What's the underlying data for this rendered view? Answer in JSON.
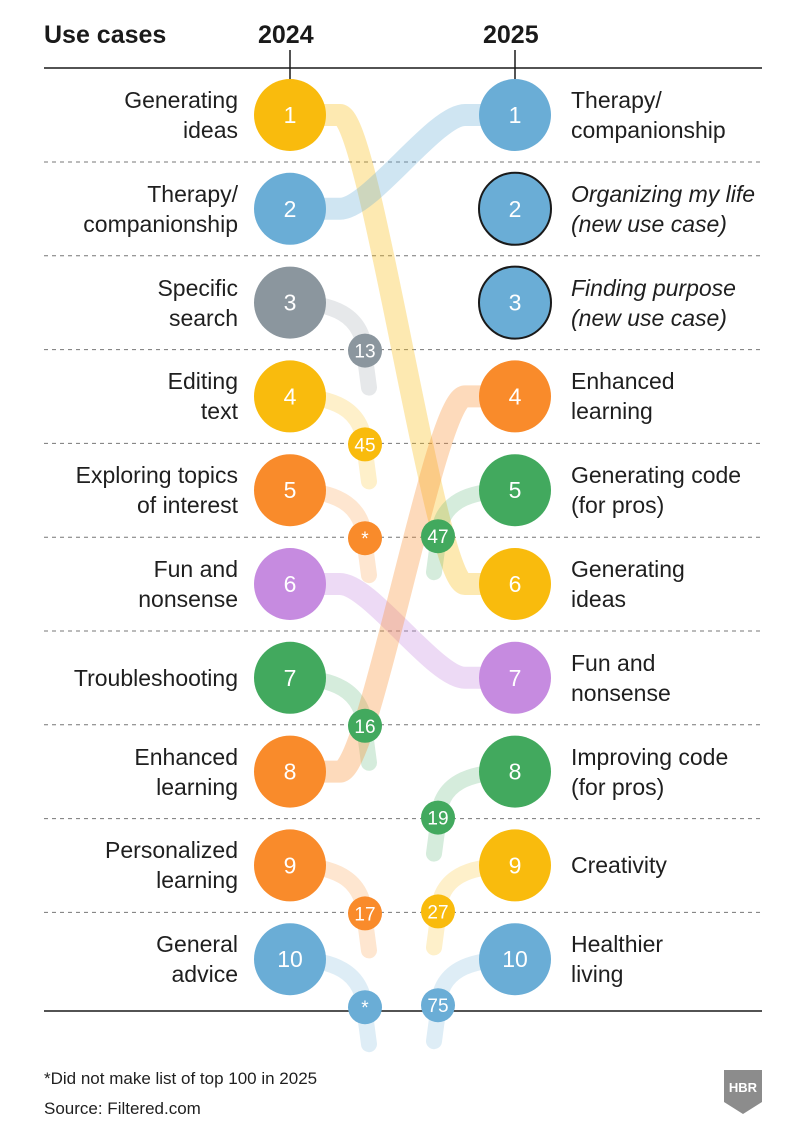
{
  "header": {
    "use_cases_label": "Use cases",
    "year_left": "2024",
    "year_right": "2025"
  },
  "colors": {
    "yellow": "#f9bb0d",
    "blue": "#6aadd6",
    "gray": "#8b969e",
    "orange": "#f98b2b",
    "purple": "#c68be0",
    "green": "#42a95e"
  },
  "rows_2024": [
    {
      "rank": "1",
      "lines": [
        "Generating",
        "ideas"
      ],
      "color": "yellow",
      "rank_2025": "6",
      "off_list_badge": ""
    },
    {
      "rank": "2",
      "lines": [
        "Therapy/",
        "companionship"
      ],
      "color": "blue",
      "rank_2025": "1",
      "off_list_badge": ""
    },
    {
      "rank": "3",
      "lines": [
        "Specific",
        "search"
      ],
      "color": "gray",
      "rank_2025": "13",
      "off_list_badge": "13"
    },
    {
      "rank": "4",
      "lines": [
        "Editing",
        "text"
      ],
      "color": "yellow",
      "rank_2025": "45",
      "off_list_badge": "45"
    },
    {
      "rank": "5",
      "lines": [
        "Exploring topics",
        "of interest"
      ],
      "color": "orange",
      "rank_2025": "*",
      "off_list_badge": "*"
    },
    {
      "rank": "6",
      "lines": [
        "Fun and",
        "nonsense"
      ],
      "color": "purple",
      "rank_2025": "7",
      "off_list_badge": ""
    },
    {
      "rank": "7",
      "lines": [
        "Troubleshooting"
      ],
      "color": "green",
      "rank_2025": "16",
      "off_list_badge": "16"
    },
    {
      "rank": "8",
      "lines": [
        "Enhanced",
        "learning"
      ],
      "color": "orange",
      "rank_2025": "4",
      "off_list_badge": ""
    },
    {
      "rank": "9",
      "lines": [
        "Personalized",
        "learning"
      ],
      "color": "orange",
      "rank_2025": "17",
      "off_list_badge": "17"
    },
    {
      "rank": "10",
      "lines": [
        "General",
        "advice"
      ],
      "color": "blue",
      "rank_2025": "*",
      "off_list_badge": "*"
    }
  ],
  "rows_2025": [
    {
      "rank": "1",
      "lines": [
        "Therapy/",
        "companionship"
      ],
      "color": "blue",
      "new": false,
      "rank_2024": "2",
      "prior_badge": ""
    },
    {
      "rank": "2",
      "lines": [
        "Organizing my life",
        "(new use case)"
      ],
      "color": "blue",
      "new": true,
      "rank_2024": "",
      "prior_badge": ""
    },
    {
      "rank": "3",
      "lines": [
        "Finding purpose",
        "(new use case)"
      ],
      "color": "blue",
      "new": true,
      "rank_2024": "",
      "prior_badge": ""
    },
    {
      "rank": "4",
      "lines": [
        "Enhanced",
        "learning"
      ],
      "color": "orange",
      "new": false,
      "rank_2024": "8",
      "prior_badge": ""
    },
    {
      "rank": "5",
      "lines": [
        "Generating code",
        "(for pros)"
      ],
      "color": "green",
      "new": false,
      "rank_2024": "47",
      "prior_badge": "47"
    },
    {
      "rank": "6",
      "lines": [
        "Generating",
        "ideas"
      ],
      "color": "yellow",
      "new": false,
      "rank_2024": "1",
      "prior_badge": ""
    },
    {
      "rank": "7",
      "lines": [
        "Fun and",
        "nonsense"
      ],
      "color": "purple",
      "new": false,
      "rank_2024": "6",
      "prior_badge": ""
    },
    {
      "rank": "8",
      "lines": [
        "Improving code",
        "(for pros)"
      ],
      "color": "green",
      "new": false,
      "rank_2024": "19",
      "prior_badge": "19"
    },
    {
      "rank": "9",
      "lines": [
        "Creativity"
      ],
      "color": "yellow",
      "new": false,
      "rank_2024": "27",
      "prior_badge": "27"
    },
    {
      "rank": "10",
      "lines": [
        "Healthier",
        "living"
      ],
      "color": "blue",
      "new": false,
      "rank_2024": "75",
      "prior_badge": "75"
    }
  ],
  "footnote": "*Did not make list of top 100 in 2025",
  "source": "Source: Filtered.com",
  "logo_text": "HBR"
}
